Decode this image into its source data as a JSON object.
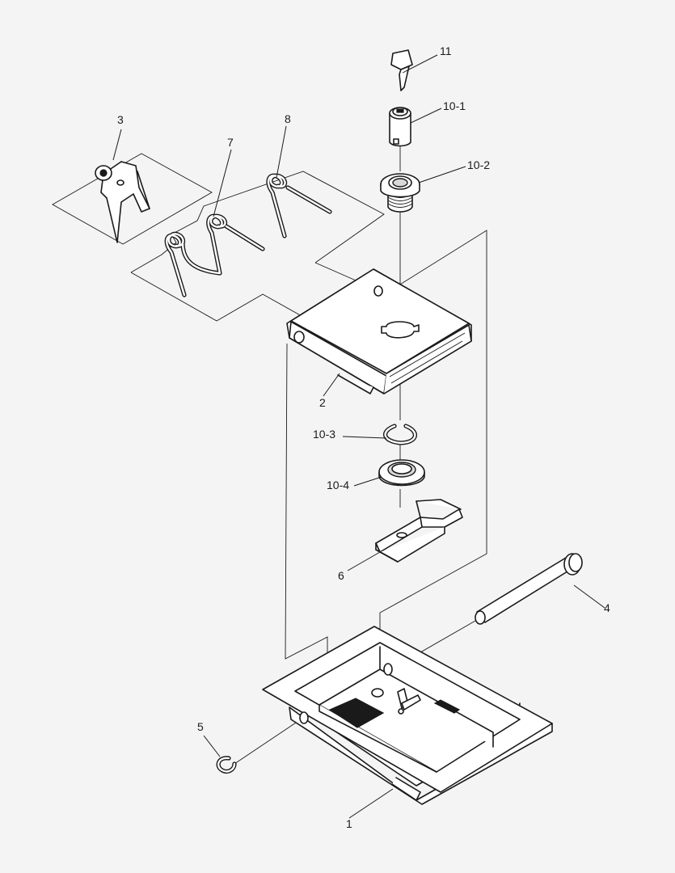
{
  "callouts": {
    "c1": "1",
    "c2": "2",
    "c3": "3",
    "c4": "4",
    "c5": "5",
    "c6": "6",
    "c7": "7",
    "c8": "8",
    "c10_1": "10-1",
    "c10_2": "10-2",
    "c10_3": "10-3",
    "c10_4": "10-4",
    "c11": "11"
  },
  "colors": {
    "ink": "#1a1a1a",
    "background": "#f4f4f4"
  }
}
